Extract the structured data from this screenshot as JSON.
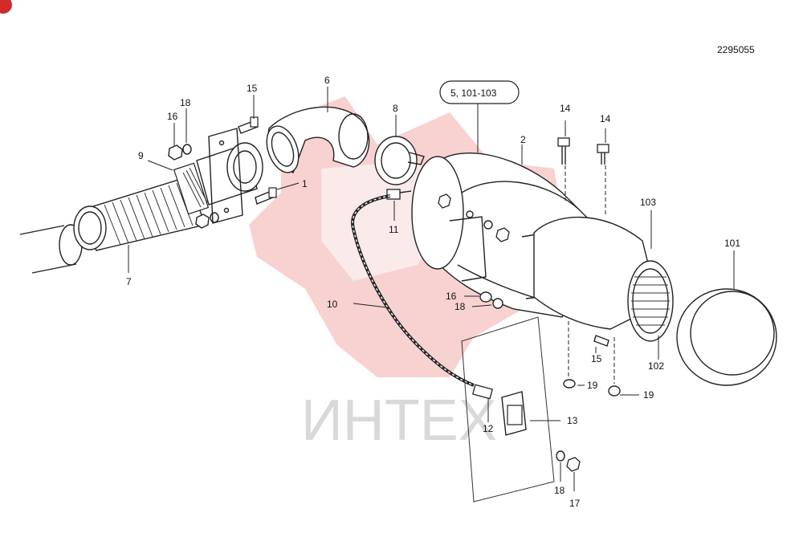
{
  "drawing_number": "2295055",
  "watermark_text": "ИНТЕХ",
  "colors": {
    "watermark": "#f5b8b8",
    "badge": "#d42a2a",
    "line": "#222222"
  },
  "callouts": {
    "c1": "1",
    "c2": "2",
    "c5_group": "5, 101-103",
    "c6": "6",
    "c7": "7",
    "c8": "8",
    "c9": "9",
    "c10": "10",
    "c11": "11",
    "c12": "12",
    "c13": "13",
    "c14_a": "14",
    "c14_b": "14",
    "c15_a": "15",
    "c15_b": "15",
    "c16_a": "16",
    "c16_b": "16",
    "c17": "17",
    "c18_a": "18",
    "c18_b": "18",
    "c18_c": "18",
    "c19_a": "19",
    "c19_b": "19",
    "c101": "101",
    "c102": "102",
    "c103": "103"
  }
}
